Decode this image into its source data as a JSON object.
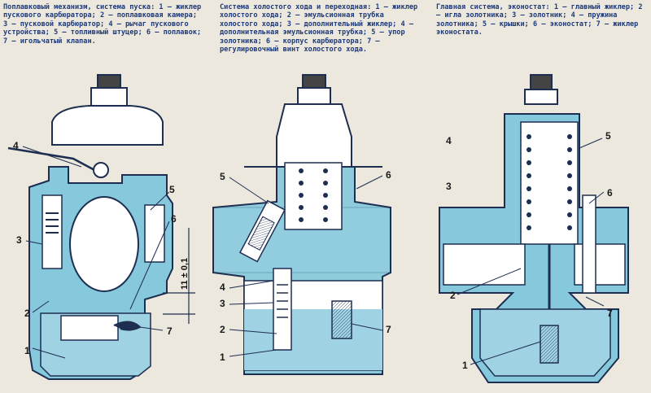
{
  "captions": {
    "left": "Поплавковый механизм, система пуска: 1 — жиклер пускового карбюратора; 2 — поплавковая камера; 3 — пусковой карбюратор; 4 — рычаг пускового устройства; 5 — топливный штуцер; 6 — поплавок; 7 — игольчатый клапан.",
    "middle": "Система холостого хода и переходная: 1 — жиклер холостого хода; 2 — эмульсионная трубка холостого хода; 3 — дополнительный жиклер; 4 — дополнительная эмульсионная трубка; 5 — упор золотника; 6 — корпус карбюратора; 7 — регулировочный винт холостого хода.",
    "right": "Главная система, эконостат: 1 — главный жиклер; 2 — игла золотника; 3 — золотник; 4 — пружина золотника; 5 — крышки; 6 — эконостат; 7 — жиклер эконостата."
  },
  "labels": {
    "left": [
      "1",
      "2",
      "3",
      "4",
      "5",
      "6",
      "7"
    ],
    "middle": [
      "1",
      "2",
      "3",
      "4",
      "5",
      "6",
      "7"
    ],
    "right": [
      "1",
      "2",
      "3",
      "4",
      "5",
      "6",
      "7"
    ]
  },
  "dimension": "11 ± 0,1",
  "colors": {
    "background": "#ece8de",
    "fluid": "#86c8dc",
    "body": "#ffffff",
    "outline": "#1e2e50",
    "caption": "#1e3a7a"
  }
}
